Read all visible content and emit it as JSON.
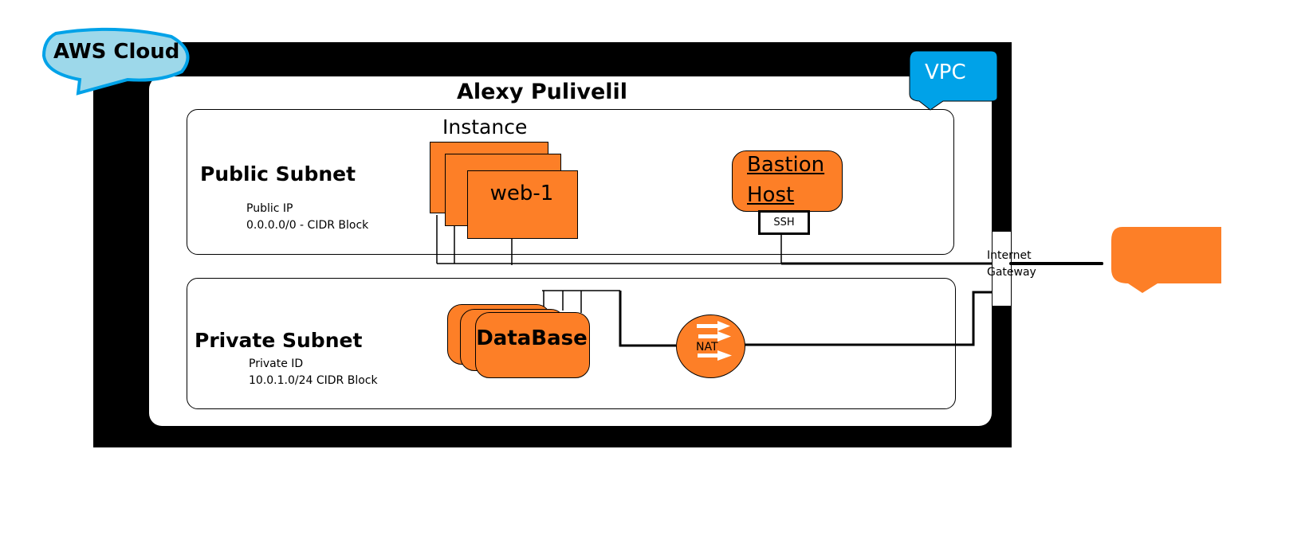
{
  "diagram": {
    "title": "Alexy Pulivelil",
    "cloud_label": "AWS Cloud",
    "vpc_label": "VPC",
    "public_subnet": {
      "title": "Public Subnet",
      "ip_label": "Public IP",
      "cidr": "0.0.0.0/0 - CIDR Block"
    },
    "private_subnet": {
      "title": "Private Subnet",
      "ip_label": "Private ID",
      "cidr": "10.0.1.0/24 CIDR Block"
    },
    "instance": {
      "group_label": "Instance",
      "name": "web-1",
      "count": 3
    },
    "bastion": {
      "line1": "Bastion",
      "line2": "Host",
      "port_label": "SSH"
    },
    "database": {
      "label": "DataBase",
      "count": 3
    },
    "nat": {
      "label": "NAT",
      "icon": "arrows-right-icon"
    },
    "internet_gateway": {
      "line1": "Internet",
      "line2": "Gateway"
    },
    "external_node": {
      "label": ""
    },
    "colors": {
      "aws_orange": "#fd7f27",
      "cloud_fill": "#9dd8ea",
      "cloud_border": "#00a2e8",
      "vpc_blue": "#00a2e8",
      "frame_black": "#000000"
    }
  }
}
